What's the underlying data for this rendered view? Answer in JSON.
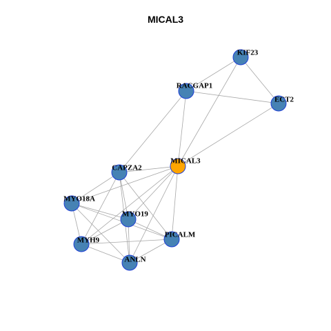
{
  "title": "MICAL3",
  "colors": {
    "node_default": "#4682b4",
    "node_focus": "#ffa500",
    "node_border": "#1f3fd6",
    "edge": "#a6a6a6"
  },
  "nodes": [
    {
      "id": "KIF23",
      "label": "KIF23",
      "focus": false
    },
    {
      "id": "RACGAP1",
      "label": "RACGAP1",
      "focus": false
    },
    {
      "id": "ECT2",
      "label": "ECT2",
      "focus": false
    },
    {
      "id": "MICAL3",
      "label": "MICAL3",
      "focus": true
    },
    {
      "id": "CAPZA2",
      "label": "CAPZA2",
      "focus": false
    },
    {
      "id": "MYO18A",
      "label": "MYO18A",
      "focus": false
    },
    {
      "id": "MYO19",
      "label": "MYO19",
      "focus": false
    },
    {
      "id": "PICALM",
      "label": "PICALM",
      "focus": false
    },
    {
      "id": "MYH9",
      "label": "MYH9",
      "focus": false
    },
    {
      "id": "ANLN",
      "label": "ANLN",
      "focus": false
    }
  ],
  "edges": [
    [
      "KIF23",
      "RACGAP1"
    ],
    [
      "KIF23",
      "ECT2"
    ],
    [
      "KIF23",
      "MICAL3"
    ],
    [
      "RACGAP1",
      "ECT2"
    ],
    [
      "RACGAP1",
      "MICAL3"
    ],
    [
      "RACGAP1",
      "CAPZA2"
    ],
    [
      "ECT2",
      "MICAL3"
    ],
    [
      "MICAL3",
      "CAPZA2"
    ],
    [
      "MICAL3",
      "MYO18A"
    ],
    [
      "MICAL3",
      "MYO19"
    ],
    [
      "MICAL3",
      "PICALM"
    ],
    [
      "MICAL3",
      "MYH9"
    ],
    [
      "MICAL3",
      "ANLN"
    ],
    [
      "CAPZA2",
      "MYO18A"
    ],
    [
      "CAPZA2",
      "MYO19"
    ],
    [
      "CAPZA2",
      "PICALM"
    ],
    [
      "CAPZA2",
      "MYH9"
    ],
    [
      "CAPZA2",
      "ANLN"
    ],
    [
      "MYO18A",
      "MYO19"
    ],
    [
      "MYO18A",
      "PICALM"
    ],
    [
      "MYO18A",
      "MYH9"
    ],
    [
      "MYO18A",
      "ANLN"
    ],
    [
      "MYO19",
      "PICALM"
    ],
    [
      "MYO19",
      "MYH9"
    ],
    [
      "MYO19",
      "ANLN"
    ],
    [
      "PICALM",
      "MYH9"
    ],
    [
      "PICALM",
      "ANLN"
    ],
    [
      "MYH9",
      "ANLN"
    ]
  ]
}
